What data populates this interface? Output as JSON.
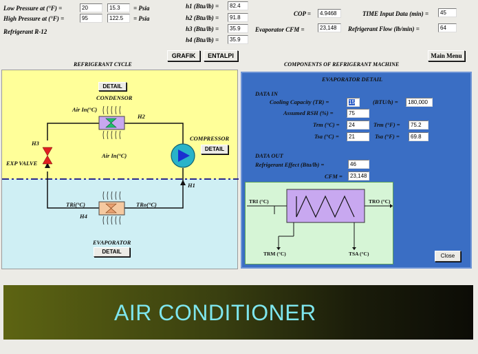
{
  "header": {
    "low_pressure_label": "Low Pressure at (°F) =",
    "low_pressure_f": "20",
    "low_pressure_psia": "15.3",
    "high_pressure_label": "High Pressure at (°F) =",
    "high_pressure_f": "95",
    "high_pressure_psia": "122.5",
    "psia_unit": "= Psia",
    "refrigerant": "Refrigerant R-12",
    "h1_label": "h1 (Btu/lb) =",
    "h1": "82.4",
    "h2_label": "h2 (Btu/lb) =",
    "h2": "91.8",
    "h3_label": "h3 (Btu/lb) =",
    "h3": "35.9",
    "h4_label": "h4 (Btu/lb) =",
    "h4": "35.9",
    "cop_label": "COP =",
    "cop": "4.9468",
    "evap_cfm_label": "Evaporator CFM =",
    "evap_cfm": "23,148",
    "time_label": "TIME Input Data (min) =",
    "time": "45",
    "refrig_flow_label": "Refrigerant Flow (lb/min) =",
    "refrig_flow": "64"
  },
  "buttons": {
    "grafik": "GRAFIK",
    "entalpi": "ENTALPI",
    "main_menu": "Main Menu",
    "detail": "DETAIL",
    "close": "Close"
  },
  "titles": {
    "cycle": "REFRIGERANT CYCLE",
    "components": "COMPONENTS OF REFRIGERANT MACHINE"
  },
  "cycle": {
    "condenser": "CONDENSOR",
    "air_in_top": "Air In(°C)",
    "air_in_bottom": "Air In(°C)",
    "h2": "H2",
    "h3": "H3",
    "h1": "H1",
    "h4": "H4",
    "compressor": "COMPRESSOR",
    "exp_valve": "EXP VALVE",
    "tri": "TRi(°C)",
    "tro": "TRo(°C)",
    "evaporator": "EVAPORATOR"
  },
  "evaporator_detail": {
    "title": "EVAPORATOR DETAIL",
    "data_in": "DATA IN",
    "cooling_capacity_label": "Cooling Capacity (TR) =",
    "cooling_capacity_tr": "15",
    "btuh_label": "(BTU/h) =",
    "cooling_capacity_btuh": "180,000",
    "rsh_label": "Assumed RSH (%) =",
    "rsh": "75",
    "trm_c_label": "Trm (°C) =",
    "trm_c": "24",
    "trm_f_label": "Trm (°F) =",
    "trm_f": "75.2",
    "tsa_c_label": "Tsa (°C) =",
    "tsa_c": "21",
    "tsa_f_label": "Tsa (°F) =",
    "tsa_f": "69.8",
    "data_out": "DATA OUT",
    "ref_effect_label": "Refrigerant Effect (Btu/lb) =",
    "ref_effect": "46",
    "cfm_label": "CFM =",
    "cfm": "23,148",
    "diagram": {
      "tri_label": "TRI (°C)",
      "tro_label": "TRO (°C)",
      "trm_label": "TRM (°C)",
      "tsa_label": "TSA (°C)"
    }
  },
  "banner": {
    "text": "AIR CONDITIONER"
  }
}
